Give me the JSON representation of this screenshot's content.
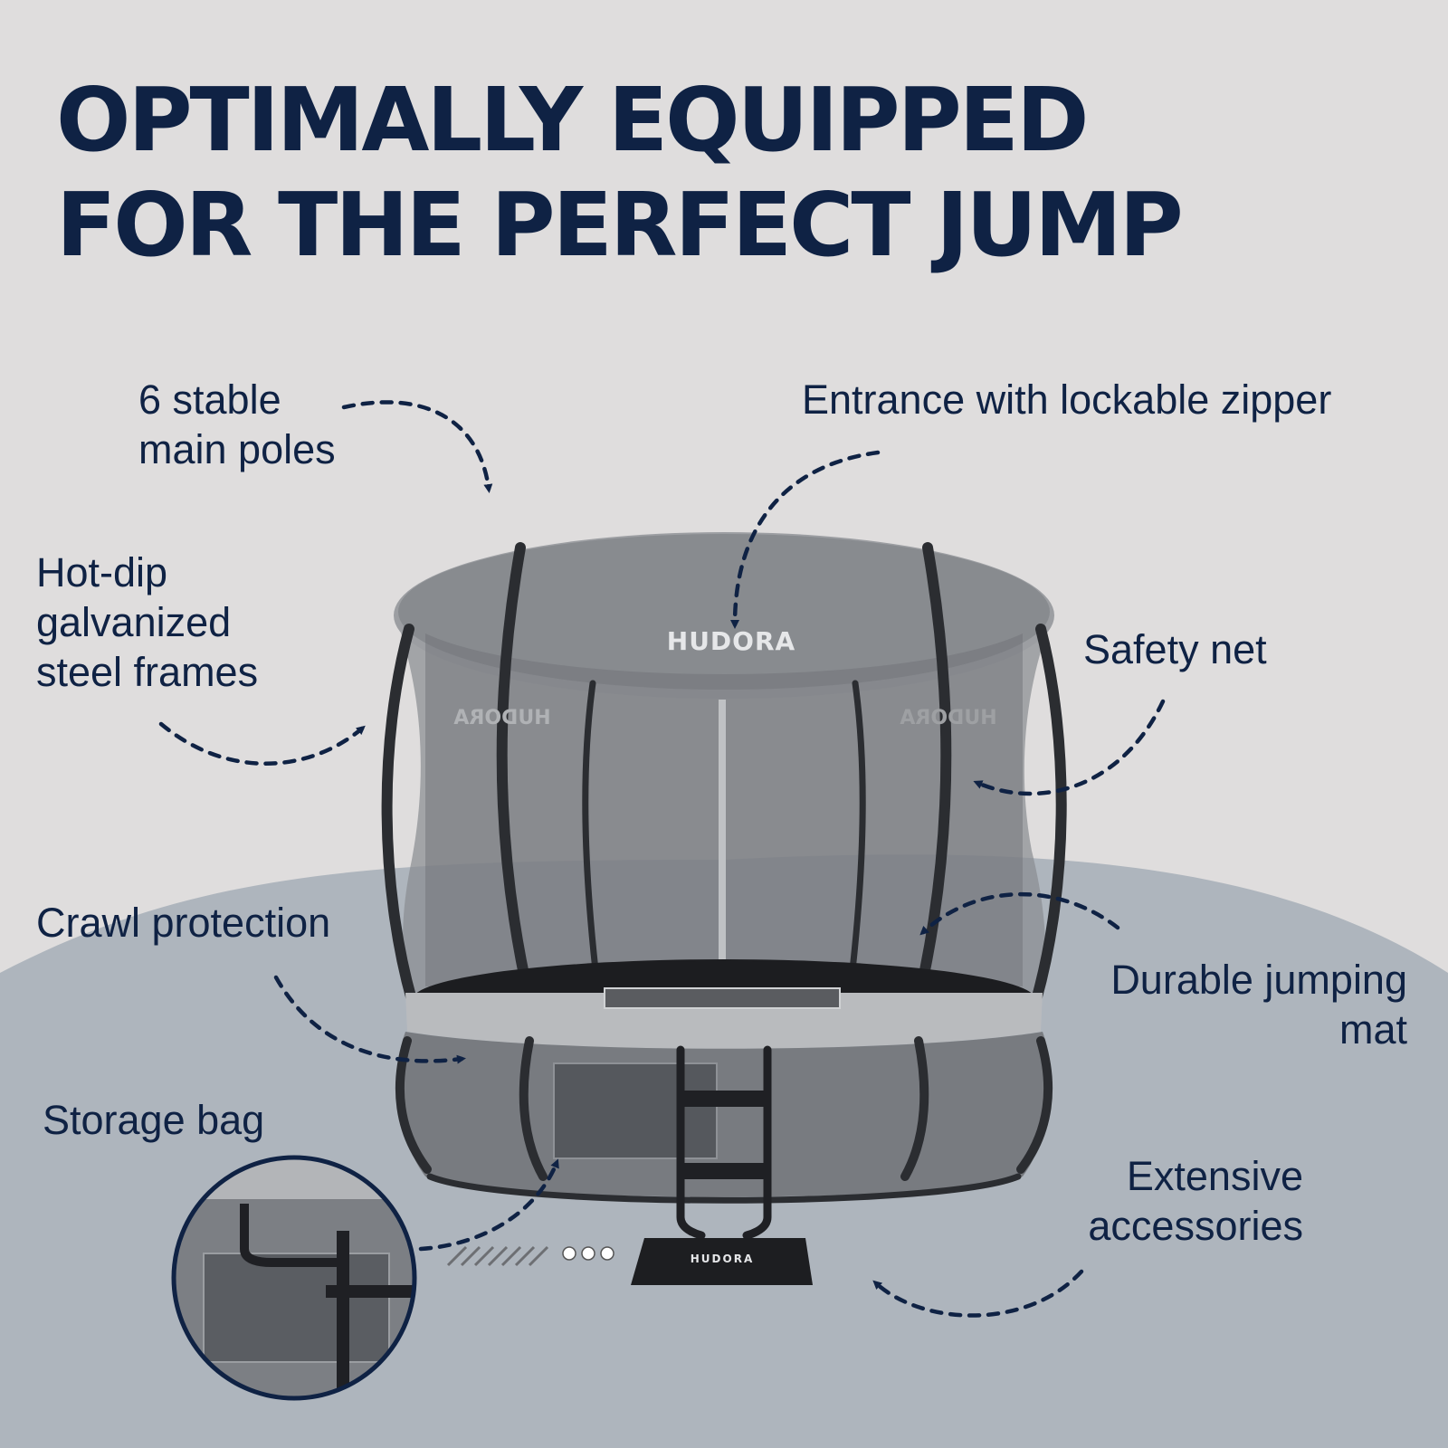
{
  "headline": {
    "line1": "OPTIMALLY EQUIPPED",
    "line2": "FOR THE PERFECT JUMP"
  },
  "callouts": {
    "main_poles": [
      "6 stable",
      "main poles"
    ],
    "entrance": "Entrance with lockable zipper",
    "steel_frames": [
      "Hot-dip",
      "galvanized",
      "steel frames"
    ],
    "safety_net": "Safety net",
    "crawl_protection": "Crawl protection",
    "jumping_mat": [
      "Durable jumping",
      "mat"
    ],
    "storage_bag": "Storage bag",
    "accessories": [
      "Extensive",
      "accessories"
    ]
  },
  "product": {
    "brand_logo_text": "HUDORA"
  },
  "colors": {
    "background": "#dfdddd",
    "floor": "#aeb5bd",
    "headline": "#0f2244",
    "arrows": "#0f2244"
  },
  "icons": [
    "trampoline-illustration",
    "dashed-arrow-icon",
    "storage-bag-zoom-icon",
    "ground-peg-icon",
    "doormat-icon"
  ]
}
